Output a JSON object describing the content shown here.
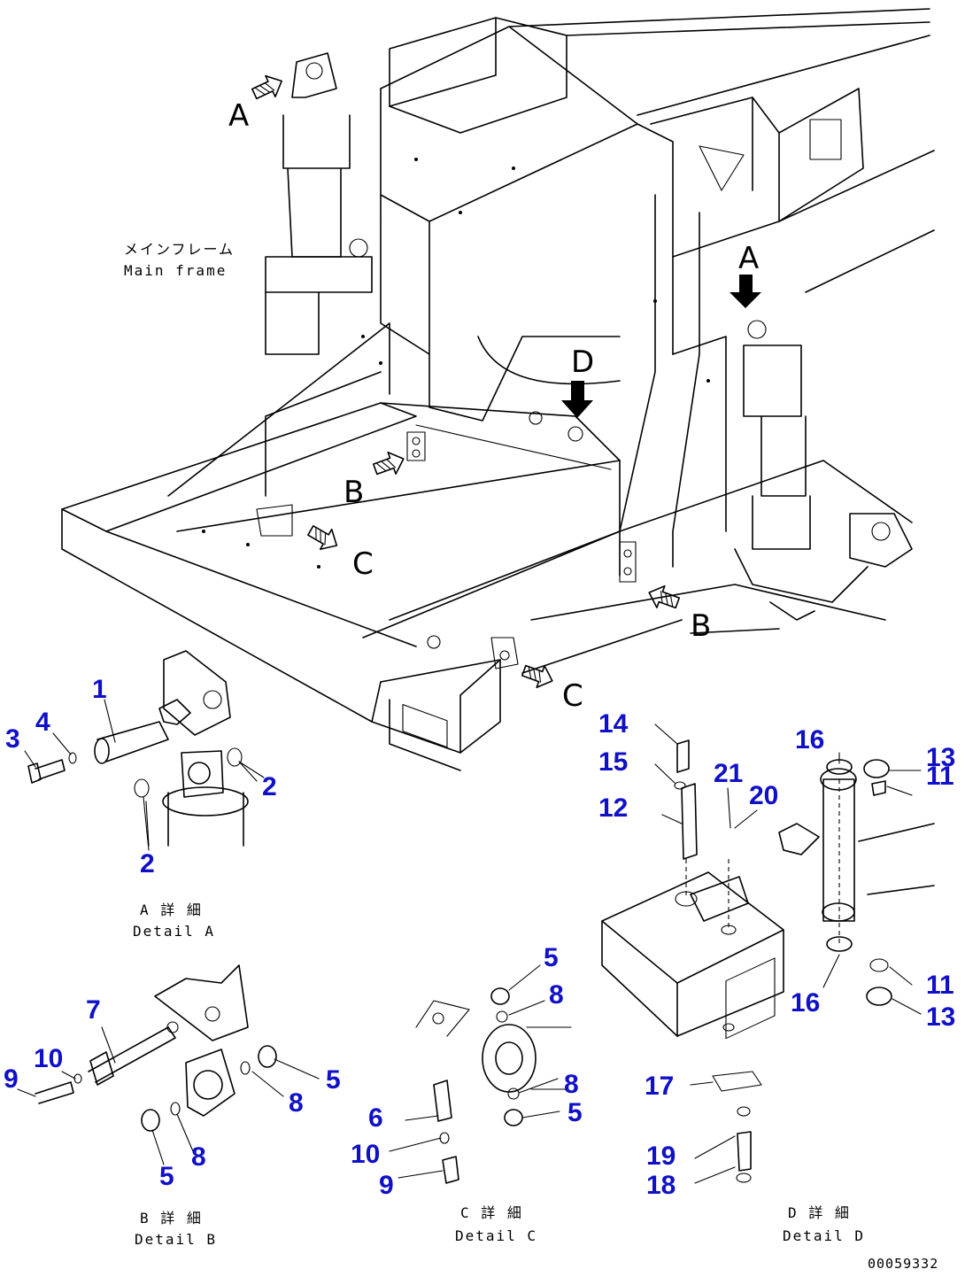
{
  "diagram": {
    "main_frame_label_jp": "メインフレーム",
    "main_frame_label_en": "Main frame",
    "view_letters": [
      "A",
      "A",
      "B",
      "B",
      "C",
      "C",
      "D"
    ],
    "callouts": [
      "1",
      "2",
      "2",
      "3",
      "4",
      "5",
      "5",
      "5",
      "5",
      "6",
      "7",
      "8",
      "8",
      "8",
      "8",
      "9",
      "9",
      "10",
      "10",
      "11",
      "11",
      "12",
      "13",
      "13",
      "14",
      "15",
      "16",
      "16",
      "17",
      "18",
      "19",
      "20",
      "21"
    ],
    "details": [
      {
        "jp": "A 詳 細",
        "en": "Detail A"
      },
      {
        "jp": "B 詳 細",
        "en": "Detail B"
      },
      {
        "jp": "C 詳 細",
        "en": "Detail C"
      },
      {
        "jp": "D 詳 細",
        "en": "Detail D"
      }
    ],
    "drawing_code": "00059332"
  }
}
